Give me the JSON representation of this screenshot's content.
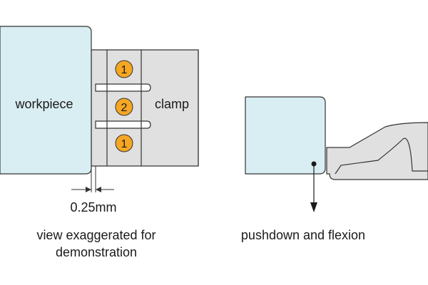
{
  "left_view": {
    "workpiece_label": "workpiece",
    "clamp_label": "clamp",
    "clamp_markers": [
      "1",
      "2",
      "1"
    ],
    "gap_dimension": "0.25mm",
    "caption_line1": "view exaggerated for",
    "caption_line2": "demonstration"
  },
  "right_view": {
    "caption": "pushdown and flexion"
  },
  "colors": {
    "workpiece_fill": "#d9eef2",
    "clamp_fill": "#e0e0e0",
    "marker_fill": "#f5a623",
    "outline": "#333333"
  }
}
